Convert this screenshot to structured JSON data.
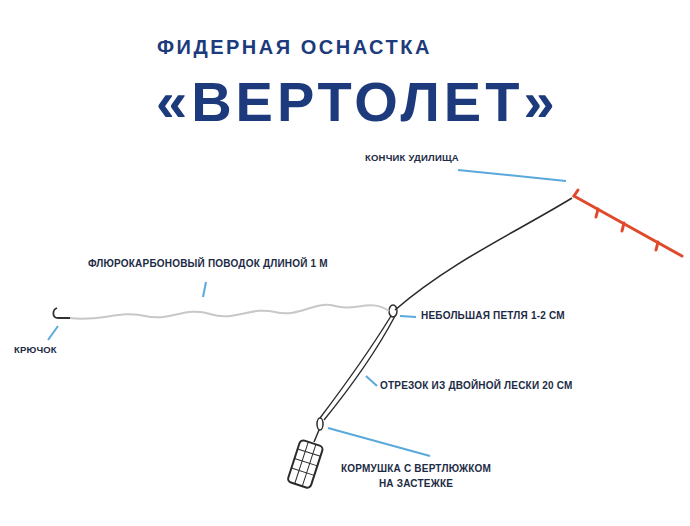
{
  "diagram": {
    "title": "«ВЕРТОЛЕТ»",
    "labels": [
      "ФИДЕРНАЯ ОСНАСТКА",
      "КОНЧИК УДИЛИЩА",
      "ФЛЮРОКАРБОНОВЫЙ ПОВОДОК ДЛИНОЙ 1 М",
      "КРЮЧОК",
      "НЕБОЛЬШАЯ ПЕТЛЯ 1-2 СМ",
      "ОТРЕЗОК ИЗ ДВОЙНОЙ ЛЕСКИ 20 СМ",
      "КОРМУШКА С ВЕРТЛЮЖКОМ НА ЗАСТЕЖКЕ"
    ]
  }
}
